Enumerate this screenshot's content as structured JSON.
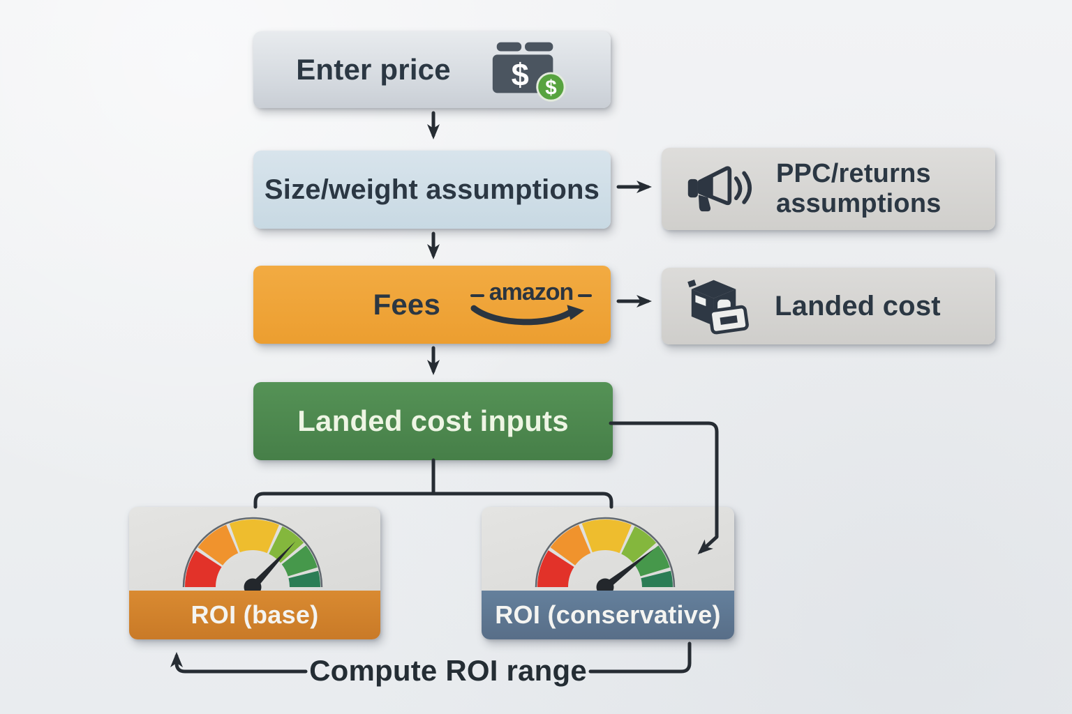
{
  "nodes": {
    "enter_price": {
      "label": "Enter price",
      "icon": "money-wallet-icon",
      "dollar": "$",
      "bg": "#dfe3e8"
    },
    "size_weight": {
      "label": "Size/weight assumptions",
      "bg": "#cfdfe9"
    },
    "ppc_returns": {
      "label": "PPC/returns assumptions",
      "icon": "megaphone-icon",
      "bg": "#d8d7d5"
    },
    "fees": {
      "label": "Fees",
      "brand": "amazon",
      "icon": "amazon-smile-logo",
      "bg": "#eea53c"
    },
    "landed_cost": {
      "label": "Landed cost",
      "icon": "package-box-icon",
      "bg": "#d7d6d4"
    },
    "landed_cost_inputs": {
      "label": "Landed cost inputs",
      "bg": "#4d8a50",
      "text_color": "#eef5e4"
    },
    "roi_base": {
      "label": "ROI (base)",
      "icon": "gauge-icon",
      "bar_color": "#d28130"
    },
    "roi_conservative": {
      "label": "ROI (conservative)",
      "icon": "gauge-icon",
      "bar_color": "#5f7892"
    }
  },
  "footer": {
    "label": "Compute ROI range"
  },
  "gauge": {
    "segment_colors": [
      "#e23229",
      "#f0932d",
      "#eebd2e",
      "#84b73d",
      "#46984b",
      "#2b7d55"
    ],
    "needle_color": "#23272c"
  },
  "colors": {
    "background": "#eef0f2",
    "text_dark": "#2b3743",
    "text_light": "#f2f6ec",
    "connector_line": "#262c33",
    "coin_green": "#57a33f"
  }
}
